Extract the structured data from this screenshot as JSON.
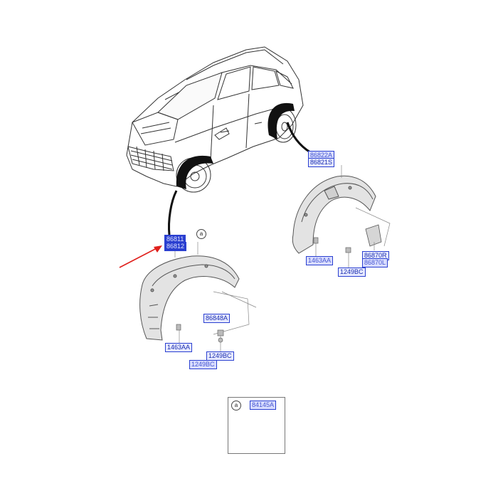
{
  "labels": {
    "front_main_1": "86811",
    "front_main_2": "86812",
    "front_clip": "1463AA",
    "front_bracket": "86848A",
    "front_screw_1": "1249BC",
    "front_screw_2": "1249BC",
    "rear_main_1": "86822A",
    "rear_main_2": "86821S",
    "rear_clip": "1463AA",
    "rear_flap_1": "86870R",
    "rear_flap_2": "86870L",
    "rear_screw": "1249BC",
    "callout_letter": "a",
    "inset_letter": "a",
    "inset_part": "84145A"
  },
  "colors": {
    "label_blue": "#2a3fd0",
    "arrow_red": "#e0201c",
    "liner_fill": "#e6e6e6",
    "line_art": "#333333"
  }
}
